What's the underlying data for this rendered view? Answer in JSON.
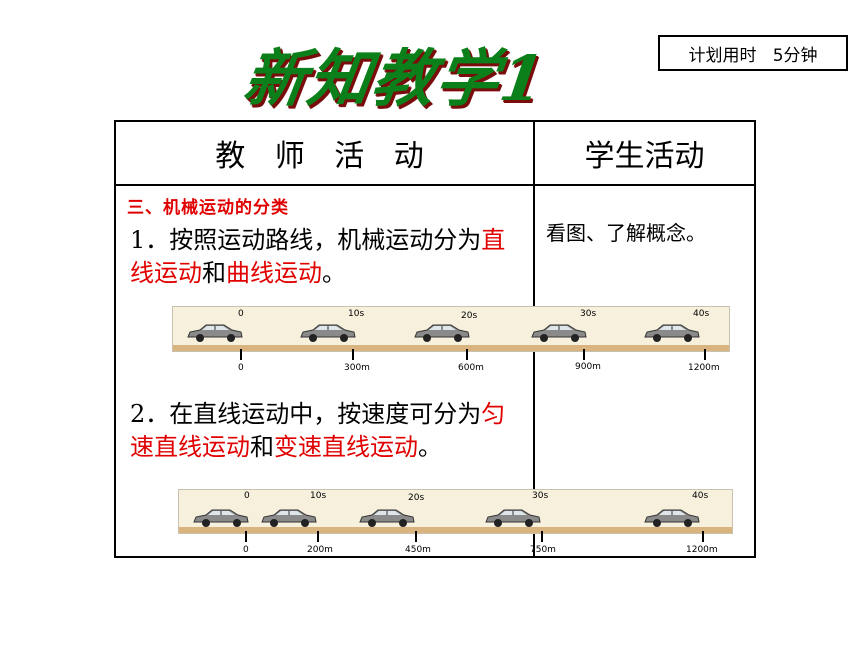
{
  "title": "新知教学1",
  "time_box": "计划用时   5分钟",
  "table": {
    "header_teacher": "教 师 活 动",
    "header_student": "学生活动",
    "category": "三、机械运动的分类",
    "item1": {
      "prefix": "1．按照运动路线，机械运动分为",
      "hl1": "直线运动",
      "mid": "和",
      "hl2": "曲线运动",
      "suffix": "。"
    },
    "item2": {
      "prefix": "2．在直线运动中，按速度可分为",
      "hl1": "匀速直线运动",
      "mid": "和",
      "hl2": "变速直线运动",
      "suffix": "。"
    },
    "student_text": "看图、了解概念。"
  },
  "diagram1": {
    "times": [
      "0",
      "10s",
      "20s",
      "30s",
      "40s"
    ],
    "distances": [
      "0",
      "300m",
      "600m",
      "900m",
      "1200m"
    ]
  },
  "diagram2": {
    "times": [
      "0",
      "10s",
      "20s",
      "30s",
      "40s"
    ],
    "distances": [
      "0",
      "200m",
      "450m",
      "750m",
      "1200m"
    ]
  },
  "colors": {
    "title_green": "#0a7f1a",
    "highlight_red": "#e00000",
    "road": "#d9b47e",
    "car": "#8a8a8a"
  }
}
